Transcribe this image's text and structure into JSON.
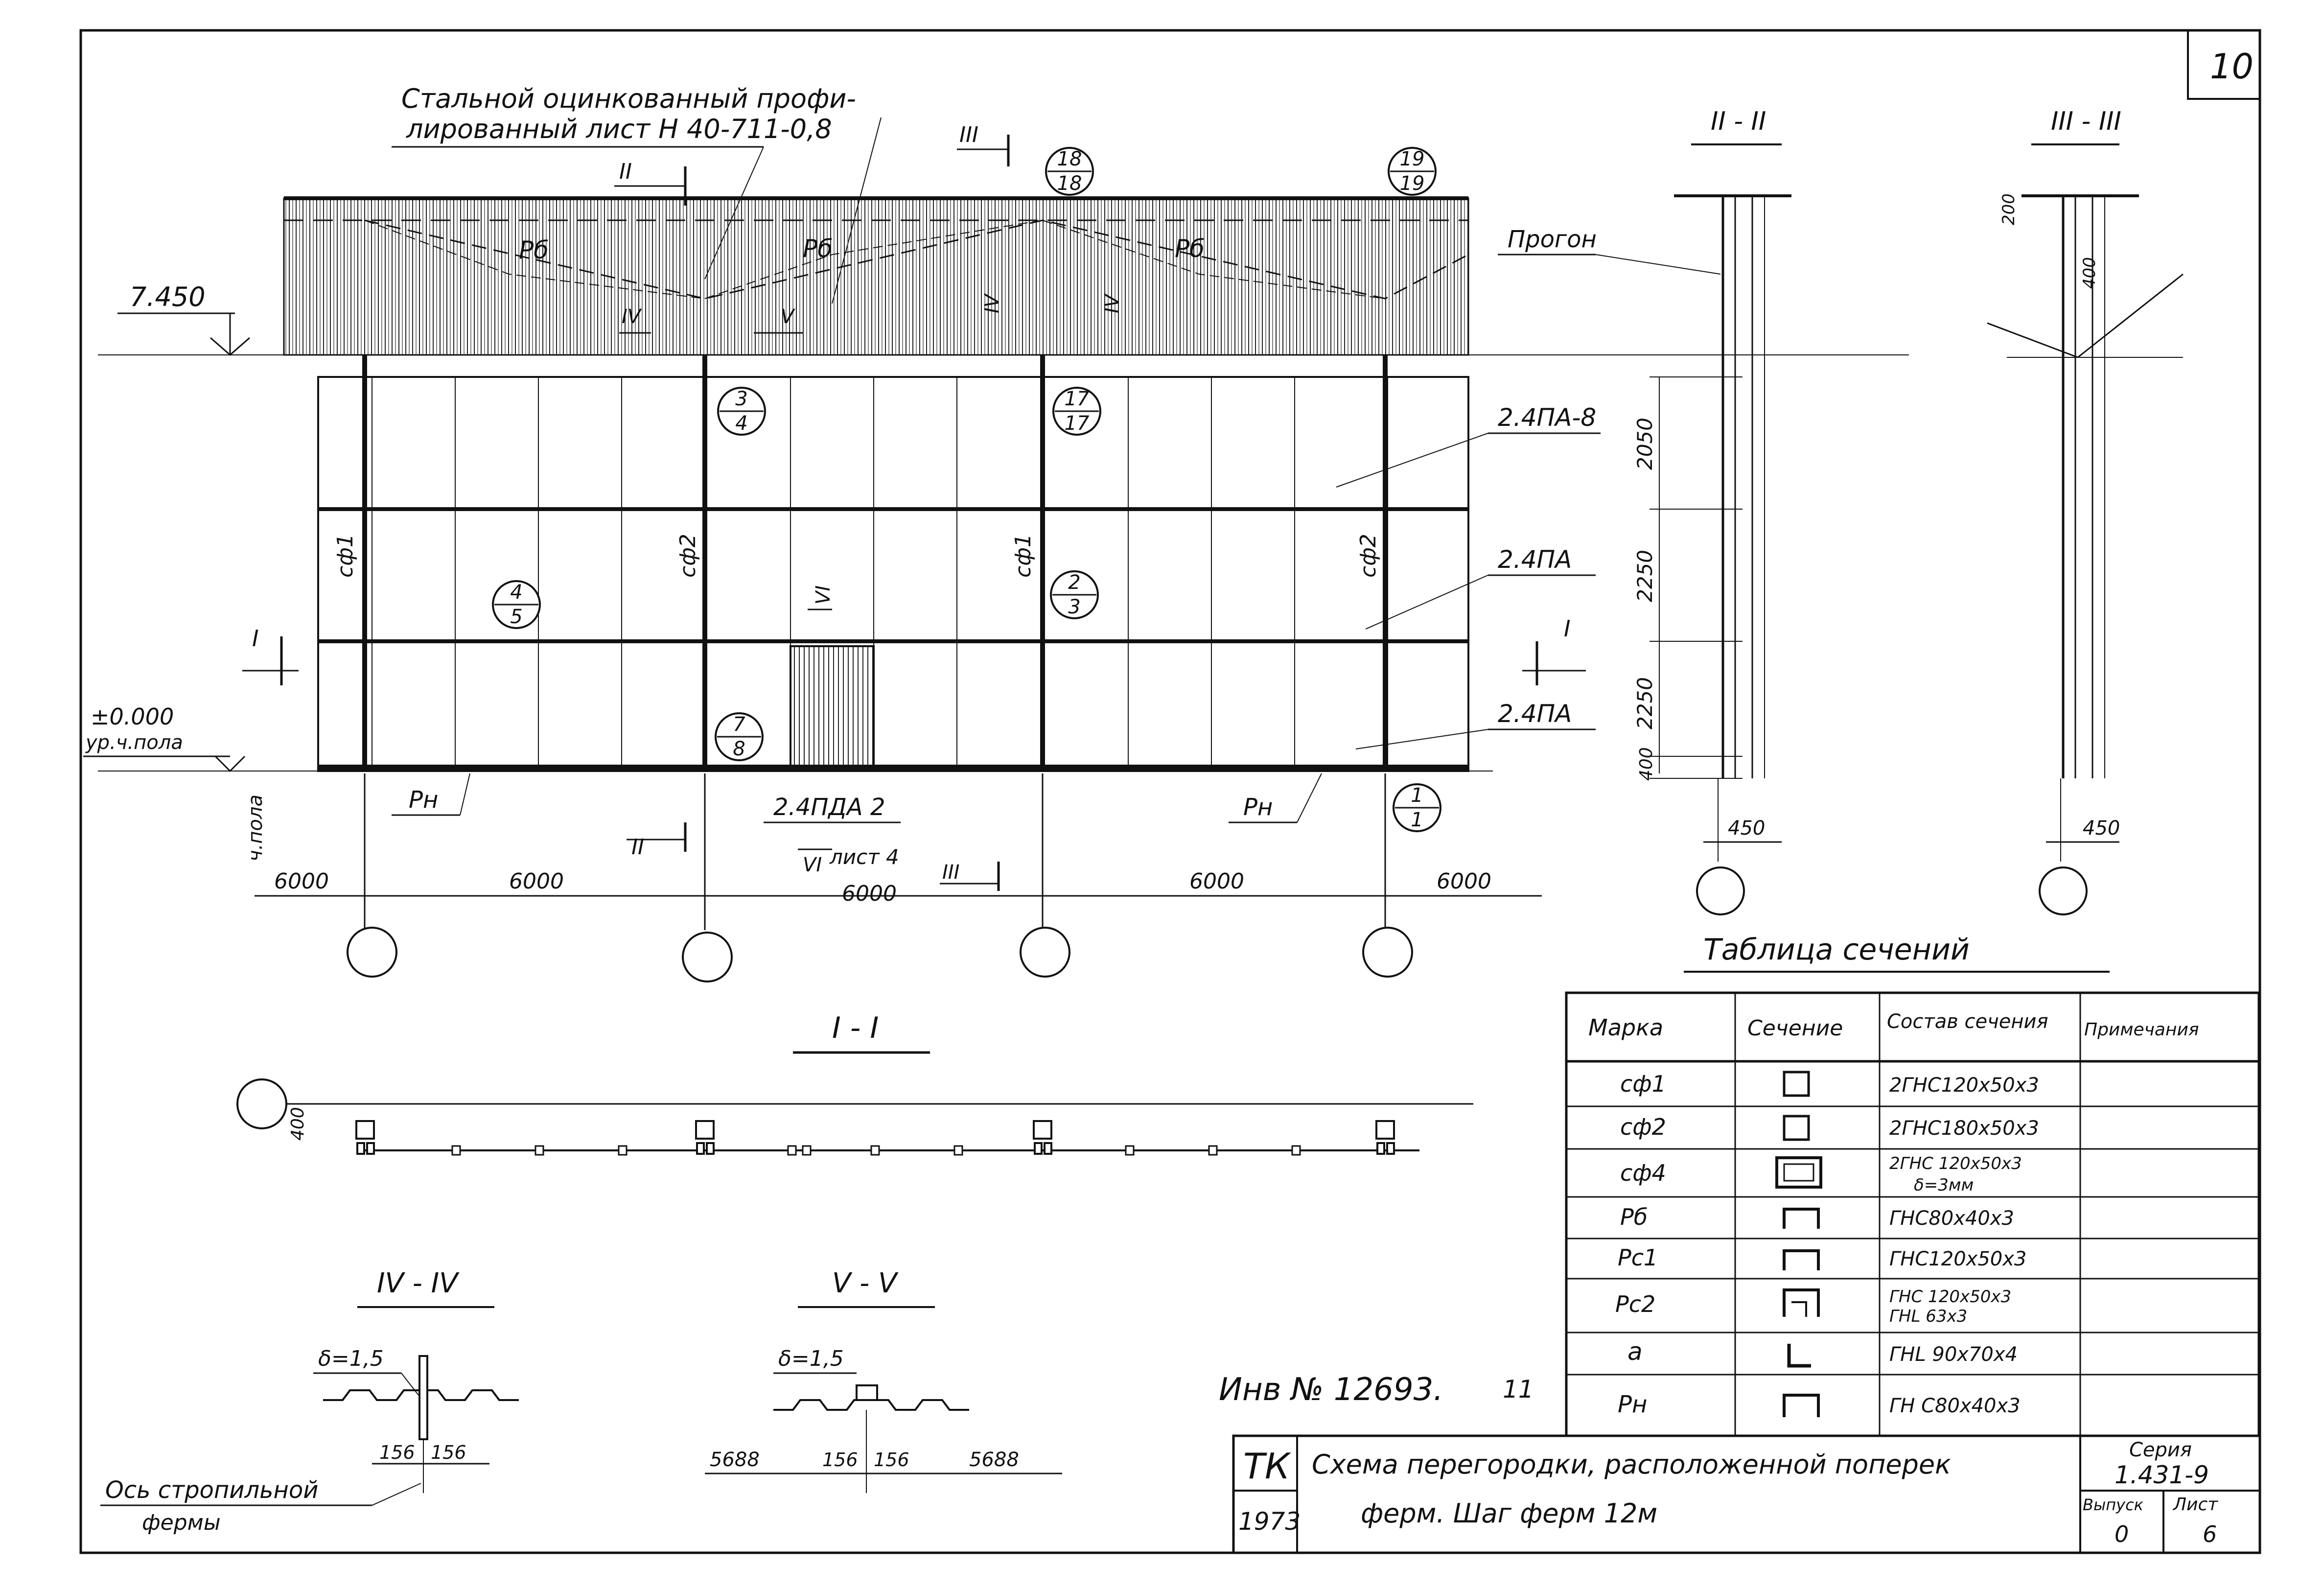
{
  "sheet": {
    "number": "10",
    "inventory": "Инв № 12693.",
    "inventory_suffix": "11"
  },
  "elevation": {
    "roof_note_line1": "Стальной оцинкованный профи-",
    "roof_note_line2": "лированный лист Н 40-711-0,8",
    "level_top": "7.450",
    "level_zero": "±0.000",
    "level_zero_sub": "ур.ч.пола",
    "floor_label": "ч.пола",
    "purlin_labels": [
      "Рб",
      "Рб",
      "Рб"
    ],
    "column_labels": [
      "сф1",
      "сф2",
      "сф1",
      "сф2"
    ],
    "panel_callouts": [
      "2.4ПА-8",
      "2.4ПА",
      "2.4ПА"
    ],
    "door_label": "2.4ПДА 2",
    "base_labels": [
      "Рн",
      "Рн"
    ],
    "node_marks": [
      {
        "top": "18",
        "bottom": "18"
      },
      {
        "top": "19",
        "bottom": "19"
      },
      {
        "top": "3",
        "bottom": "4"
      },
      {
        "top": "17",
        "bottom": "17"
      },
      {
        "top": "4",
        "bottom": "5"
      },
      {
        "top": "2",
        "bottom": "3"
      },
      {
        "top": "7",
        "bottom": "8"
      },
      {
        "top": "1",
        "bottom": "1"
      }
    ],
    "section_marks": [
      "II",
      "III",
      "IV",
      "V",
      "IV",
      "IV",
      "VI",
      "I",
      "I",
      "II",
      "VI",
      "III"
    ],
    "sheet_ref": "лист 4",
    "spans": [
      "6000",
      "6000",
      "6000",
      "6000",
      "6000"
    ]
  },
  "section_2": {
    "title": "II - II",
    "purlin_label": "Прогон",
    "dims": [
      "2050",
      "2250",
      "2250",
      "400",
      "450"
    ]
  },
  "section_3": {
    "title": "III - III",
    "dims": [
      "200",
      "400",
      "450"
    ]
  },
  "section_1": {
    "title": "I - I",
    "dim": "400"
  },
  "section_4": {
    "title": "IV - IV",
    "thickness": "δ=1,5",
    "dims": [
      "156",
      "156"
    ],
    "axis_note_line1": "Ось стропильной",
    "axis_note_line2": "фермы"
  },
  "section_5": {
    "title": "V - V",
    "thickness": "δ=1,5",
    "dims": [
      "5688",
      "156",
      "156",
      "5688"
    ]
  },
  "table": {
    "title": "Таблица сечений",
    "headers": [
      "Марка",
      "Сечение",
      "Состав сечения",
      "Примечания"
    ],
    "rows": [
      {
        "mark": "сф1",
        "symbol": "box",
        "comp1": "2ГНС120х50х3",
        "comp2": "",
        "note": ""
      },
      {
        "mark": "сф2",
        "symbol": "box",
        "comp1": "2ГНС180х50х3",
        "comp2": "",
        "note": ""
      },
      {
        "mark": "сф4",
        "symbol": "plate-box",
        "comp1": "2ГНС 120х50х3",
        "comp2": "δ=3мм",
        "note": ""
      },
      {
        "mark": "Рб",
        "symbol": "channel",
        "comp1": "ГНС80х40х3",
        "comp2": "",
        "note": ""
      },
      {
        "mark": "Рс1",
        "symbol": "channel",
        "comp1": "ГНС120х50х3",
        "comp2": "",
        "note": ""
      },
      {
        "mark": "Рс2",
        "symbol": "channel-angle",
        "comp1": "ГНС 120х50х3",
        "comp2": "ГНL 63х3",
        "note": ""
      },
      {
        "mark": "а",
        "symbol": "angle",
        "comp1": "ГНL 90х70х4",
        "comp2": "",
        "note": ""
      },
      {
        "mark": "Рн",
        "symbol": "channel",
        "comp1": "ГН С80х40х3",
        "comp2": "",
        "note": ""
      }
    ]
  },
  "title_block": {
    "org": "ТК",
    "year": "1973",
    "title_line1": "Схема перегородки, расположенной поперек",
    "title_line2": "ферм. Шаг ферм 12м",
    "series_label": "Серия",
    "series": "1.431-9",
    "issue_label": "Выпуск",
    "issue": "0",
    "sheet_label": "Лист",
    "sheet": "6"
  }
}
